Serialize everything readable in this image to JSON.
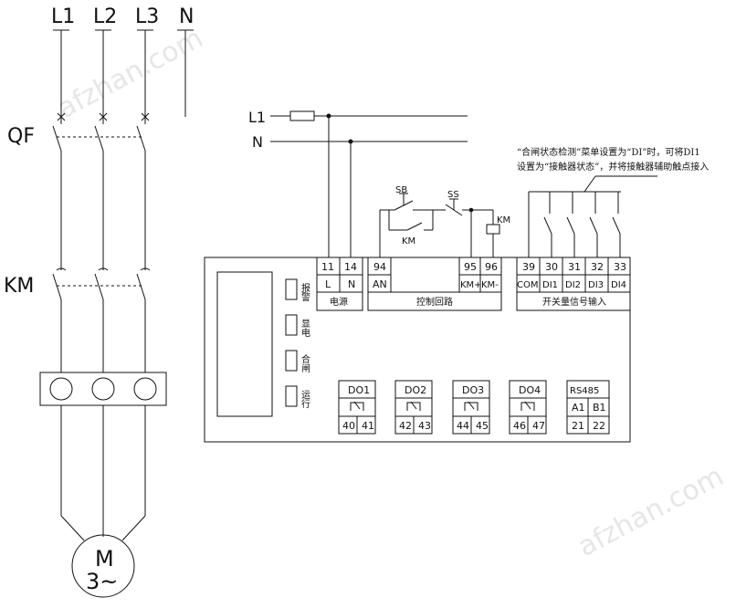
{
  "watermark": "afzhan.com",
  "phases": {
    "l1": "L1",
    "l2": "L2",
    "l3": "L3",
    "n": "N"
  },
  "breaker_label": "QF",
  "contactor_label": "KM",
  "motor": {
    "label": "M",
    "type": "3~"
  },
  "supply": {
    "l1": "L1",
    "n": "N"
  },
  "control": {
    "sb": "SB",
    "ss": "SS",
    "km_contact": "KM",
    "km_coil": "KM"
  },
  "note": {
    "line1": "“合闸状态检测”菜单设置为“DI”时，可将DI1",
    "line2": "设置为“接触器状态”，并将接触器辅助触点接入"
  },
  "device": {
    "indicators": [
      "报警",
      "显电",
      "合闸",
      "运行"
    ],
    "power": {
      "terminals": [
        "11",
        "14"
      ],
      "signals": [
        "L",
        "N"
      ],
      "label": "电源"
    },
    "control_circuit": {
      "terminals": [
        "94",
        "95",
        "96"
      ],
      "signals": [
        "AN",
        "KM+",
        "KM-"
      ],
      "label": "控制回路"
    },
    "switch_inputs": {
      "terminals": [
        "39",
        "30",
        "31",
        "32",
        "33"
      ],
      "signals": [
        "COM",
        "DI1",
        "DI2",
        "DI3",
        "DI4"
      ],
      "label": "开关量信号输入"
    },
    "outputs": [
      {
        "name": "DO1",
        "terminals": [
          "40",
          "41"
        ]
      },
      {
        "name": "DO2",
        "terminals": [
          "42",
          "43"
        ]
      },
      {
        "name": "DO3",
        "terminals": [
          "44",
          "45"
        ]
      },
      {
        "name": "DO4",
        "terminals": [
          "46",
          "47"
        ]
      }
    ],
    "rs485": {
      "name": "RS485",
      "signals": [
        "A1",
        "B1"
      ],
      "terminals": [
        "21",
        "22"
      ]
    }
  }
}
